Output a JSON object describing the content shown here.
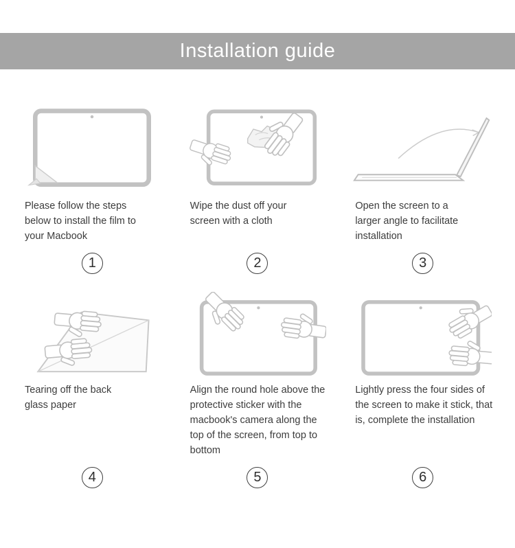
{
  "header": {
    "title": "Installation guide"
  },
  "steps": [
    {
      "number": "1",
      "caption": "Please follow the steps below to install the film to your Macbook",
      "illustration": "tablet-with-film-corner"
    },
    {
      "number": "2",
      "caption": "Wipe the dust off your screen with a cloth",
      "illustration": "wipe-screen-with-cloth"
    },
    {
      "number": "3",
      "caption": "Open the screen to a larger angle to facilitate installation",
      "illustration": "open-laptop-wide-angle"
    },
    {
      "number": "4",
      "caption": "Tearing off the back glass paper",
      "illustration": "tear-off-back-paper"
    },
    {
      "number": "5",
      "caption": "Align the round hole above the protective sticker with the macbook's camera along the top of the screen, from top to bottom",
      "illustration": "align-camera-hole"
    },
    {
      "number": "6",
      "caption": "Lightly press the four sides of the screen to make it stick, that is, complete the installation",
      "illustration": "press-four-sides"
    }
  ],
  "colors": {
    "banner_bg": "#a5a5a5",
    "banner_text": "#ffffff",
    "line_art": "#c2c2c2",
    "caption_text": "#3c3c3c"
  }
}
